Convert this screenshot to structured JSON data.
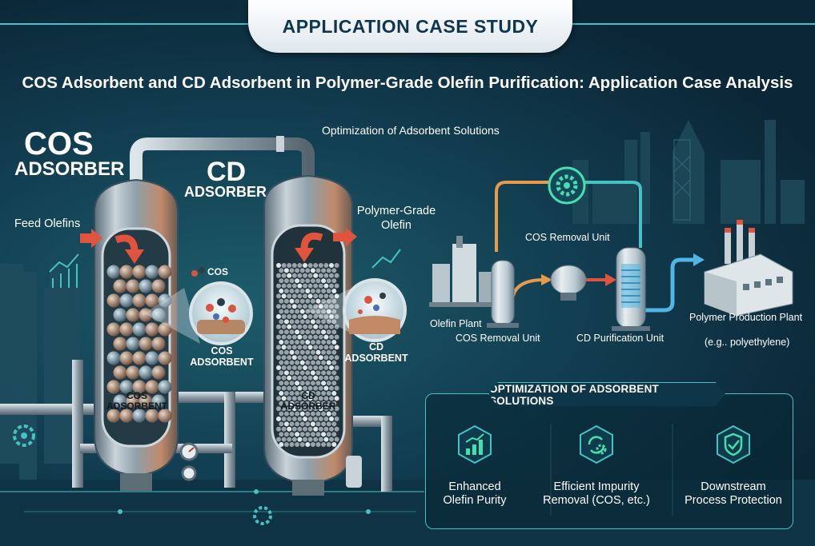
{
  "banner_title": "APPLICATION CASE STUDY",
  "main_title": "COS Adsorbent and CD Adsorbent in Polymer-Grade Olefin Purification: Application Case Analysis",
  "subtitle": "Optimization of Adsorbent Solutions",
  "left_diagram": {
    "cos_adsorber_line1": "COS",
    "cos_adsorber_line2": "ADSORBER",
    "cd_adsorber_line1": "CD",
    "cd_adsorber_line2": "ADSORBER",
    "feed_label": "Feed Olefins",
    "product_label_line1": "Polymer-Grade",
    "product_label_line2": "Olefin",
    "cos_molecule_label": "COS",
    "cos_zoom_label_line1": "COS",
    "cos_zoom_label_line2": "ADSORBENT",
    "cd_zoom_label_line1": "CD",
    "cd_zoom_label_line2": "ADSORBENT",
    "cos_bed_label_line1": "COS",
    "cos_bed_label_line2": "ADSORBENT",
    "cd_bed_label_line1": "CD",
    "cd_bed_label_line2": "ADSORBER"
  },
  "process_flow": {
    "olefin_plant": "Olefin Plant",
    "cos_unit_top": "COS Removal Unit",
    "cos_unit_bottom": "COS Removal Unit",
    "cd_unit": "CD Purification Unit",
    "polymer_plant": "Polymer Production Plant",
    "polymer_example": "(e.g.. polyethylene)"
  },
  "optimization": {
    "heading": "OPTIMIZATION OF ADSORBENT SOLUTIONS",
    "benefits": [
      {
        "line1": "Enhanced",
        "line2": "Olefin Purity",
        "icon": "chart-up-icon"
      },
      {
        "line1": "Efficient Impurity",
        "line2": "Removal (COS, etc.)",
        "icon": "gear-cycle-icon"
      },
      {
        "line1": "Downstream",
        "line2": "Process Protection",
        "icon": "shield-check-icon"
      }
    ]
  },
  "colors": {
    "accent_teal": "#46c2c2",
    "arrow_red": "#e2533e",
    "flow_orange": "#e89a4a",
    "flow_blue": "#4fb6e6",
    "banner_text": "#0f3650"
  }
}
